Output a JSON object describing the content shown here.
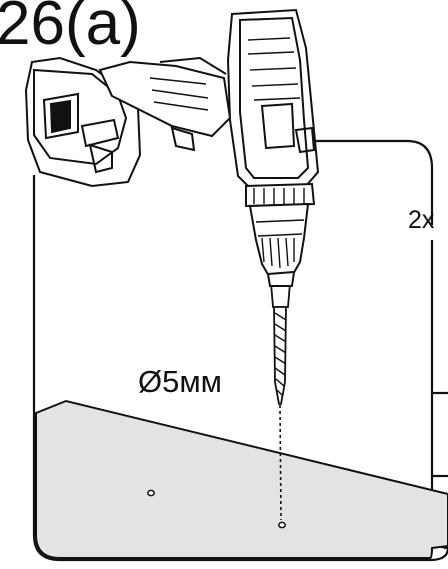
{
  "figure": {
    "label": "26(a)",
    "quantity_label": "2x",
    "drill_size_label": "Ø5мм"
  },
  "illustration": {
    "tool": "cordless-drill-icon",
    "bit": "drill-bit-icon",
    "holes": 2
  },
  "colors": {
    "line": "#111111",
    "panel_fill": "#e3e3e3",
    "background": "#ffffff"
  }
}
